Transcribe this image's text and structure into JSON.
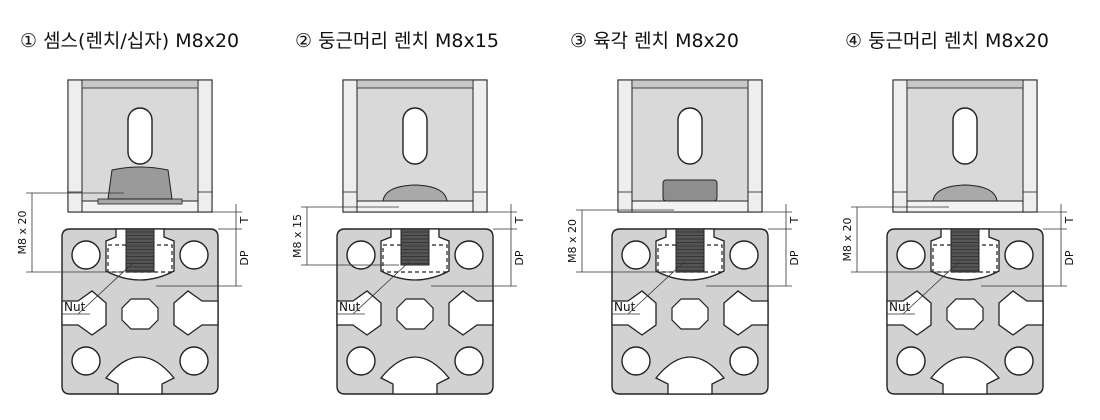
{
  "panels": [
    {
      "title": "① 셈스(렌치/십자) M8x20",
      "bolt_label": "M8 x 20",
      "head": "sems",
      "dp_label": "DP",
      "t_label": "T",
      "nut_label": "Nut"
    },
    {
      "title": "② 둥근머리 렌치 M8x15",
      "bolt_label": "M8 x 15",
      "head": "dome",
      "dp_label": "DP",
      "t_label": "T",
      "nut_label": "Nut"
    },
    {
      "title": "③ 육각 렌치 M8x20",
      "bolt_label": "M8 x 20",
      "head": "socket",
      "dp_label": "DP",
      "t_label": "T",
      "nut_label": "Nut"
    },
    {
      "title": "④ 둥근머리 렌치 M8x20",
      "bolt_label": "M8 x 20",
      "head": "dome",
      "dp_label": "DP",
      "t_label": "T",
      "nut_label": "Nut"
    }
  ],
  "colors": {
    "bracket": "#d9d9d9",
    "profile": "#d2d2d2",
    "outline": "#222222",
    "thread": "#555555",
    "dimension": "#333333"
  }
}
